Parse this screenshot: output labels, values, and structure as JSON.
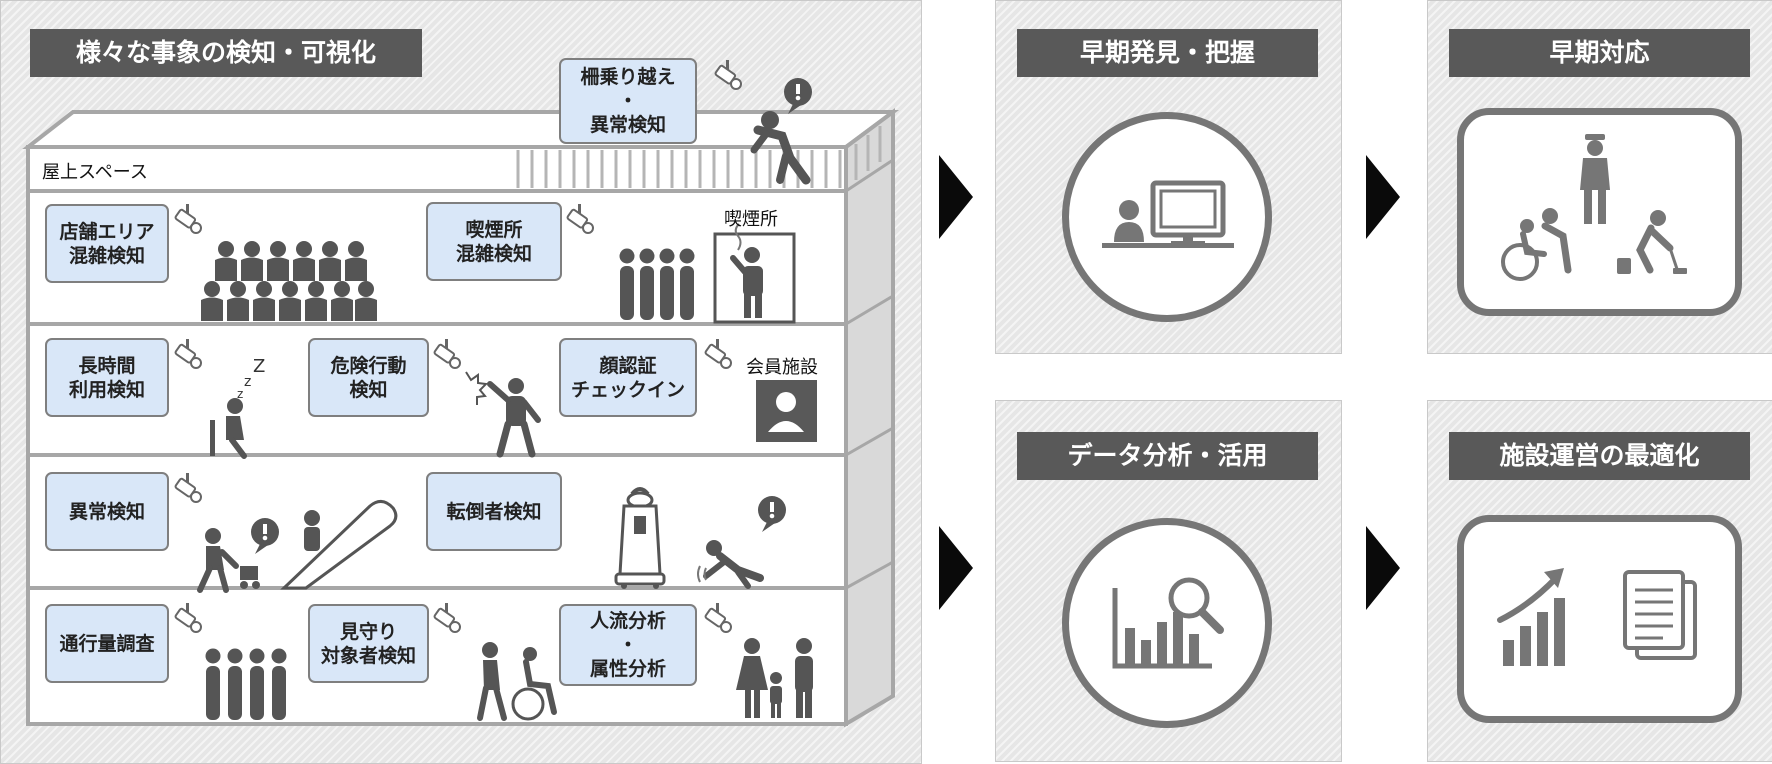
{
  "left_panel": {
    "title": "様々な事象の検知・可視化",
    "rooftop_label": "屋上スペース",
    "smoking_room_label": "喫煙所",
    "member_facility_label": "会員施設",
    "sleep_mark": "Z z z",
    "detections": [
      {
        "lines": [
          "柵乗り越え",
          "・",
          "異常検知"
        ]
      },
      {
        "lines": [
          "店舗エリア",
          "混雑検知"
        ]
      },
      {
        "lines": [
          "喫煙所",
          "混雑検知"
        ]
      },
      {
        "lines": [
          "長時間",
          "利用検知"
        ]
      },
      {
        "lines": [
          "危険行動",
          "検知"
        ]
      },
      {
        "lines": [
          "顔認証",
          "チェックイン"
        ]
      },
      {
        "lines": [
          "異常検知"
        ]
      },
      {
        "lines": [
          "転倒者検知"
        ]
      },
      {
        "lines": [
          "通行量調査"
        ]
      },
      {
        "lines": [
          "見守り",
          "対象者検知"
        ]
      },
      {
        "lines": [
          "人流分析",
          "・",
          "属性分析"
        ]
      }
    ]
  },
  "right_panels": [
    {
      "title": "早期発見・把握",
      "icon": "monitoring-operator-icon"
    },
    {
      "title": "早期対応",
      "icon": "staff-response-icon"
    },
    {
      "title": "データ分析・活用",
      "icon": "data-analysis-icon"
    },
    {
      "title": "施設運営の最適化",
      "icon": "facility-optimization-icon"
    }
  ],
  "colors": {
    "title_bar": "#595959",
    "label_fill": "#d9e7f8",
    "icon_gray": "#767676",
    "arrow": "#0a0a0a"
  }
}
